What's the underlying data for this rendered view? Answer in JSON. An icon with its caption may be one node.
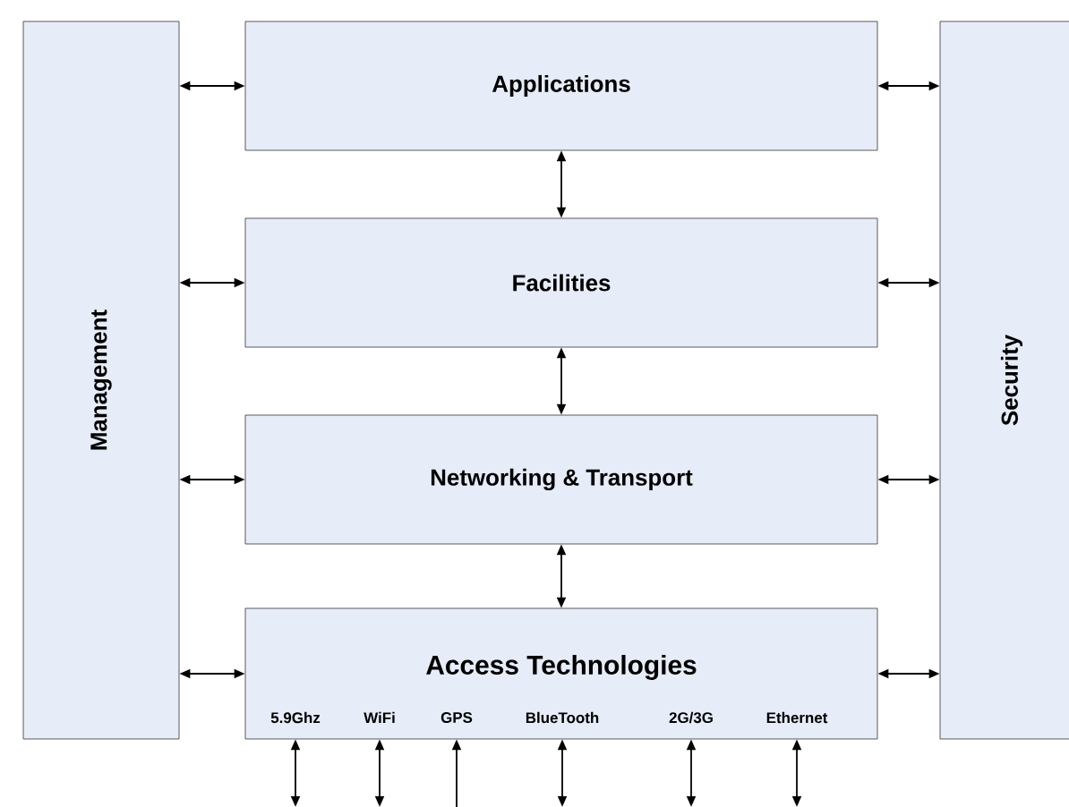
{
  "diagram": {
    "nodes": [
      {
        "text": [
          "Management"
        ]
      },
      {
        "text": [
          "Applications"
        ]
      },
      {
        "text": [
          "Facilities"
        ]
      },
      {
        "text": [
          "Networking & Transport"
        ]
      },
      {
        "text": [
          "Access Technologies",
          "5.9Ghz",
          "WiFi",
          "GPS",
          "BlueTooth",
          "2G/3G",
          "Ethernet"
        ]
      },
      {
        "text": [
          "Security"
        ]
      }
    ],
    "edges": [
      {
        "from": 0,
        "to": 1,
        "arrow": "both"
      },
      {
        "from": 1,
        "to": 5,
        "arrow": "both"
      },
      {
        "from": 1,
        "to": 2,
        "arrow": "both"
      },
      {
        "from": 0,
        "to": 2,
        "arrow": "both"
      },
      {
        "from": 2,
        "to": 5,
        "arrow": "both"
      },
      {
        "from": 2,
        "to": 3,
        "arrow": "both"
      },
      {
        "from": 0,
        "to": 3,
        "arrow": "both"
      },
      {
        "from": 3,
        "to": 5,
        "arrow": "both"
      },
      {
        "from": 3,
        "to": 4,
        "arrow": "both"
      },
      {
        "from": 0,
        "to": 4,
        "arrow": "both"
      },
      {
        "from": 4,
        "to": 5,
        "arrow": "both"
      },
      {
        "from": null,
        "to": 4,
        "arrow": "both"
      },
      {
        "from": null,
        "to": 4,
        "arrow": "both"
      },
      {
        "from": null,
        "to": 4,
        "arrow": "to"
      },
      {
        "from": null,
        "to": 4,
        "arrow": "both"
      },
      {
        "from": null,
        "to": 4,
        "arrow": "both"
      },
      {
        "from": null,
        "to": 4,
        "arrow": "both"
      }
    ]
  }
}
